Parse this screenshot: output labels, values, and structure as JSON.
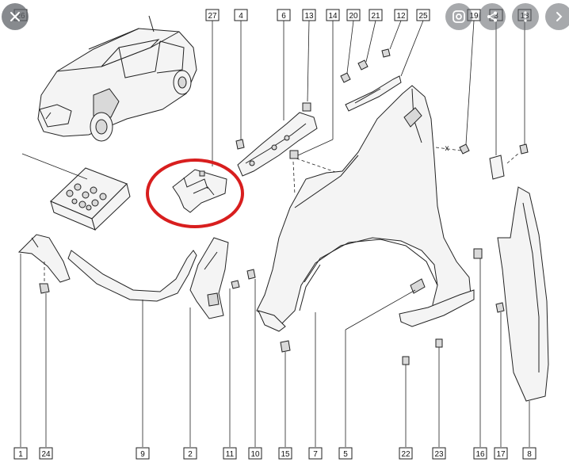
{
  "toolbar": {
    "close_icon": "close-icon",
    "lens_icon": "google-lens-icon",
    "share_icon": "share-icon",
    "more_icon": "more-vert-icon",
    "next_icon": "chevron-right-icon"
  },
  "diagram": {
    "top_callouts": [
      "26",
      "27",
      "4",
      "6",
      "13",
      "14",
      "20",
      "21",
      "12",
      "25",
      "19",
      "3",
      "13"
    ],
    "bottom_callouts": [
      "1",
      "24",
      "9",
      "2",
      "11",
      "10",
      "15",
      "7",
      "5",
      "22",
      "23",
      "16",
      "17",
      "8"
    ],
    "highlight_color": "#d81e1e",
    "line_color": "#222222"
  }
}
